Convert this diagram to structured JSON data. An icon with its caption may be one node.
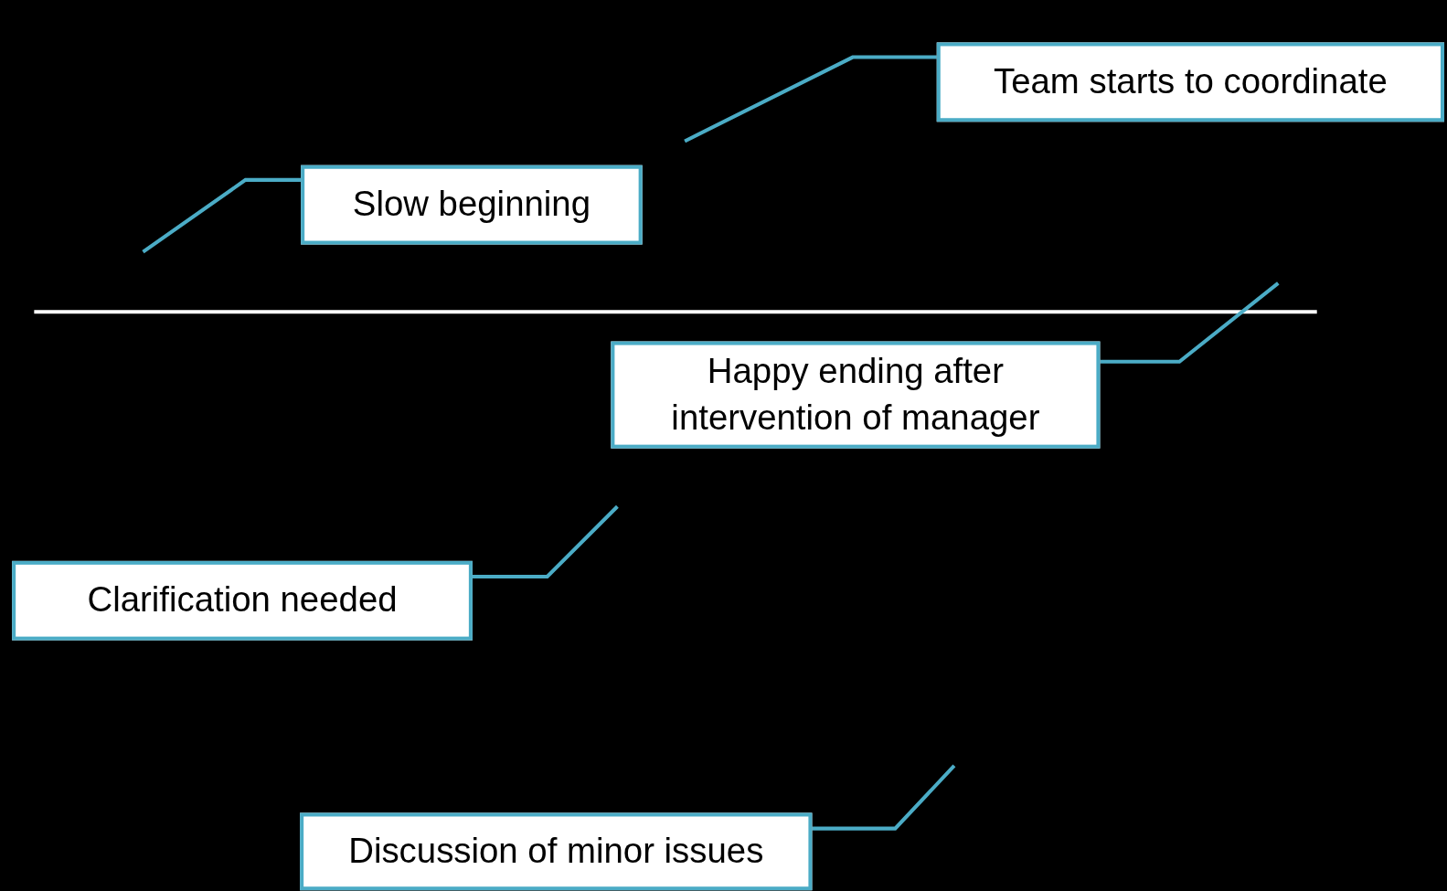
{
  "diagram": {
    "nodes": [
      {
        "text": [
          "Team starts to coordinate"
        ]
      },
      {
        "text": [
          "Slow beginning"
        ]
      },
      {
        "text": [
          "Happy ending after intervention of manager"
        ]
      },
      {
        "text": [
          "Clarification needed"
        ]
      },
      {
        "text": [
          "Discussion of minor issues"
        ]
      }
    ],
    "edges": [
      {
        "from": 0,
        "to": null,
        "arrow": "none"
      },
      {
        "from": 1,
        "to": null,
        "arrow": "none"
      },
      {
        "from": 2,
        "to": null,
        "arrow": "none"
      },
      {
        "from": 3,
        "to": null,
        "arrow": "none"
      },
      {
        "from": 4,
        "to": null,
        "arrow": "none"
      }
    ]
  }
}
